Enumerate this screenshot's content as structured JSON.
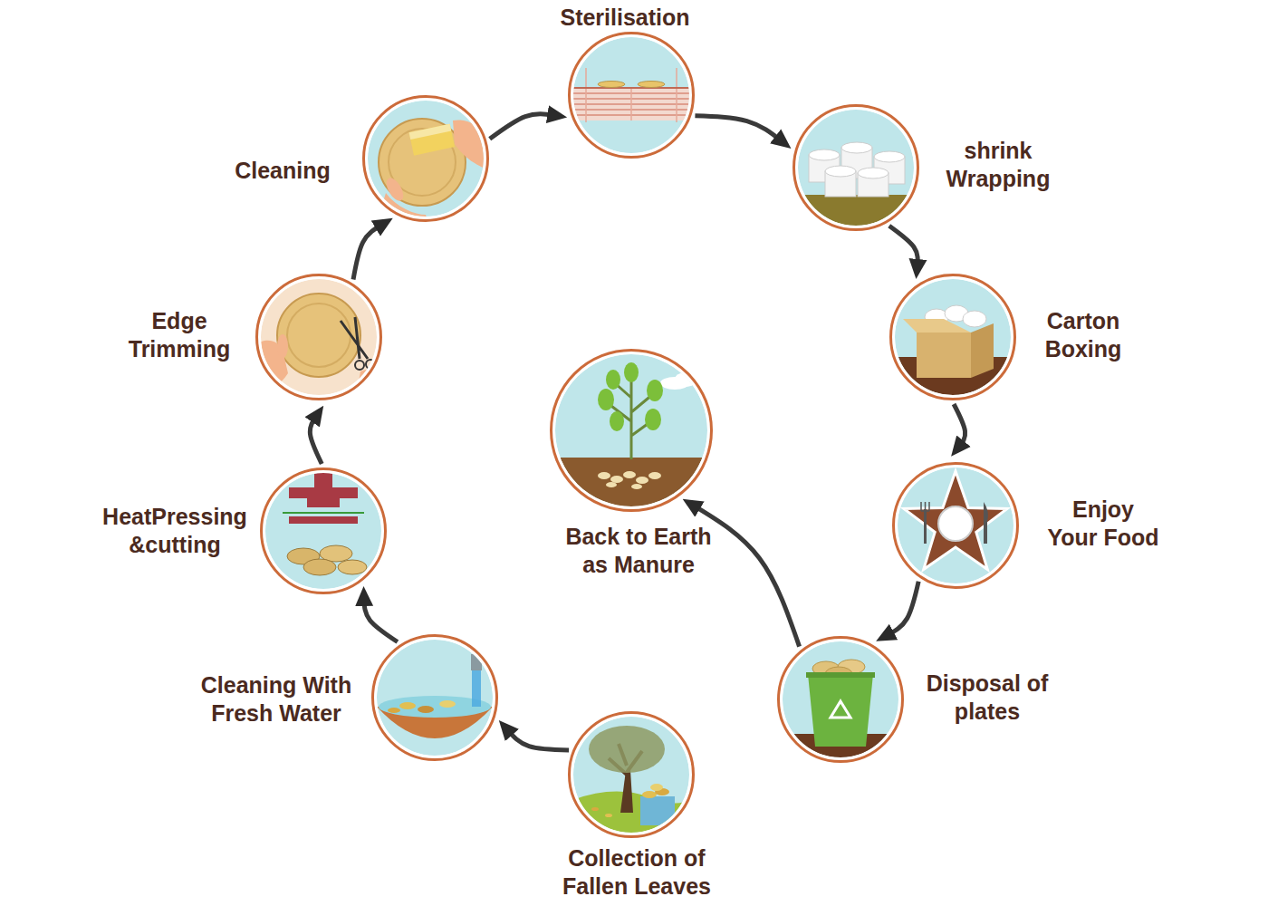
{
  "diagram": {
    "nodes": [
      {
        "text": [
          "Collection of Fallen Leaves"
        ]
      },
      {
        "text": [
          "Cleaning With Fresh Water"
        ]
      },
      {
        "text": [
          "HeatPressing &cutting"
        ]
      },
      {
        "text": [
          "Edge Trimming"
        ]
      },
      {
        "text": [
          "Cleaning"
        ]
      },
      {
        "text": [
          "Sterilisation"
        ]
      },
      {
        "text": [
          "shrink Wrapping"
        ]
      },
      {
        "text": [
          "Carton Boxing"
        ]
      },
      {
        "text": [
          "Enjoy Your Food"
        ]
      },
      {
        "text": [
          "Disposal of plates"
        ]
      },
      {
        "text": [
          "Back to Earth as Manure"
        ]
      }
    ],
    "edges": [
      {
        "from": 0,
        "to": 1,
        "arrow": "to"
      },
      {
        "from": 1,
        "to": 2,
        "arrow": "to"
      },
      {
        "from": 2,
        "to": 3,
        "arrow": "to"
      },
      {
        "from": 3,
        "to": 4,
        "arrow": "to"
      },
      {
        "from": 4,
        "to": 5,
        "arrow": "to"
      },
      {
        "from": 5,
        "to": 6,
        "arrow": "to"
      },
      {
        "from": 6,
        "to": 7,
        "arrow": "to"
      },
      {
        "from": 7,
        "to": 8,
        "arrow": "to"
      },
      {
        "from": 8,
        "to": 9,
        "arrow": "to"
      },
      {
        "from": 9,
        "to": 10,
        "arrow": "to"
      }
    ]
  }
}
